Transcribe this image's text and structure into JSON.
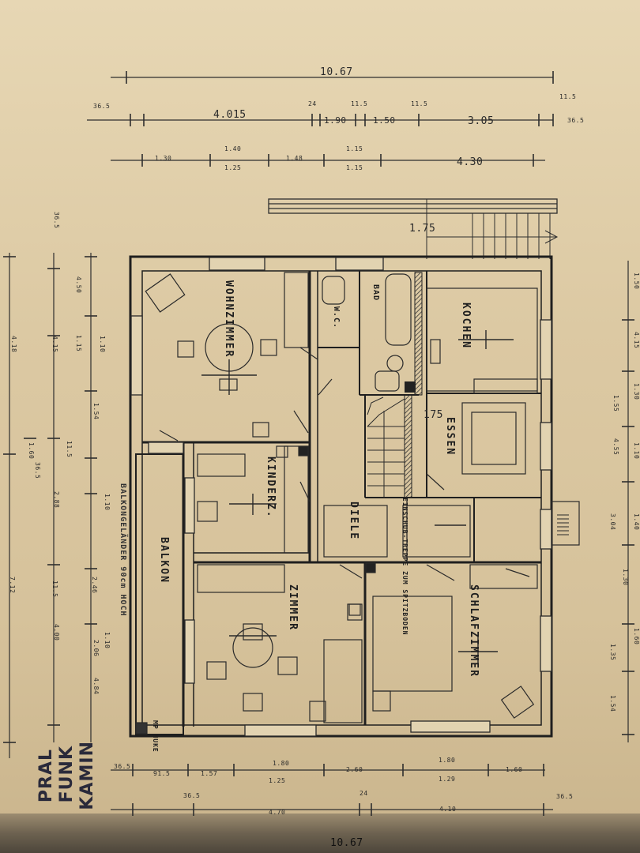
{
  "top_dims": {
    "overall": "10.67",
    "row1": [
      "36.5",
      "4.015",
      "24",
      "1.90",
      "11.5",
      "1.50",
      "11.5",
      "3.05",
      "11.5",
      "36.5"
    ],
    "row2": [
      "1.30",
      "1.40",
      "1.25",
      "1.48",
      "1.15",
      "1.15",
      "4.30"
    ],
    "stair_width": "1.75"
  },
  "left_dims": [
    "36.5",
    "4.50",
    "1.15",
    "1.10",
    "4.18",
    "4.15",
    "1.54",
    "36.5",
    "2.88",
    "1.10",
    "11.5",
    "7.12",
    "2.46",
    "4.00",
    "1.10",
    "2.06",
    "4.84",
    "1.60",
    "11.5"
  ],
  "right_dims": [
    "1.50",
    "4.15",
    "1.30",
    "1.55",
    "4.55",
    "1.10",
    "3.04",
    "1.40",
    "1.30",
    "1.60",
    "1.35",
    "1.54"
  ],
  "bottom_dims": [
    "36.5",
    "91.5",
    "1.57",
    "1.80",
    "1.25",
    "2.60",
    "1.80",
    "1.29",
    "1.60",
    "36.5",
    "4.70",
    "24",
    "4.10",
    "36.5",
    "10.67"
  ],
  "rooms": {
    "wohnzimmer": "WOHNZIMMER",
    "kinderzimmer": "KINDERZ.",
    "balkon": "BALKON",
    "balkon_note": "BALKONGELÄNDER 90cm HOCH",
    "zimmer": "ZIMMER",
    "schlafzimmer": "SCHLAFZIMMER",
    "wc": "W.C.",
    "bad": "BAD",
    "kochen": "KOCHEN",
    "essen": "ESSEN",
    "diele": "DIELE",
    "treppe_note": "EINSCHUB-TREPPE ZUM SPITZBODEN",
    "stair_label": "175",
    "corner_note": "MP NUKE"
  },
  "handwriting": [
    "KAMIN",
    "FUNK",
    "PRAL"
  ],
  "colors": {
    "paper": "#dcc9a3",
    "ink": "#2b2b2b",
    "hatch": "#3a3a3a"
  }
}
